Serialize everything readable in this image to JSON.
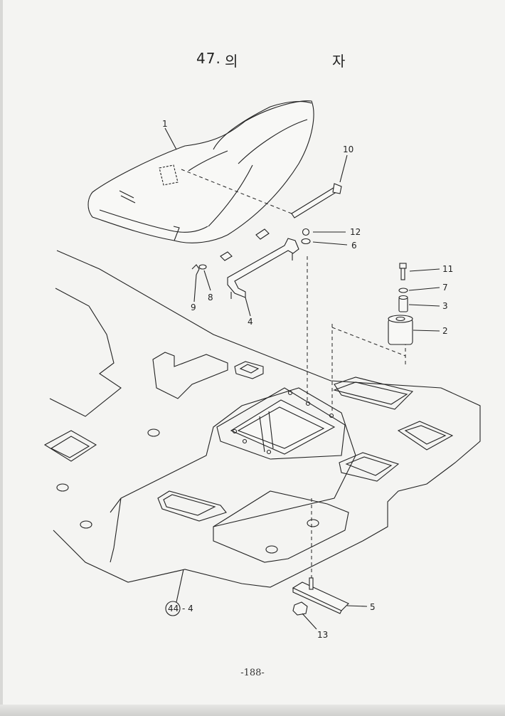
{
  "header": {
    "number": "47.",
    "title_char_1": "의",
    "title_char_2": "자"
  },
  "page_number": "-188-",
  "callouts": [
    {
      "id": "1",
      "part": "seat"
    },
    {
      "id": "2",
      "part": "spacer-large"
    },
    {
      "id": "3",
      "part": "collar"
    },
    {
      "id": "4",
      "part": "seat-bracket"
    },
    {
      "id": "5",
      "part": "lower-plate"
    },
    {
      "id": "6",
      "part": "washer"
    },
    {
      "id": "7",
      "part": "washer"
    },
    {
      "id": "8",
      "part": "washer"
    },
    {
      "id": "9",
      "part": "pin"
    },
    {
      "id": "10",
      "part": "long-bolt"
    },
    {
      "id": "11",
      "part": "bolt"
    },
    {
      "id": "12",
      "part": "nut"
    },
    {
      "id": "13",
      "part": "nut"
    },
    {
      "id": "44",
      "part": "floor-plate-ref"
    }
  ],
  "ref_suffix": "- 4"
}
